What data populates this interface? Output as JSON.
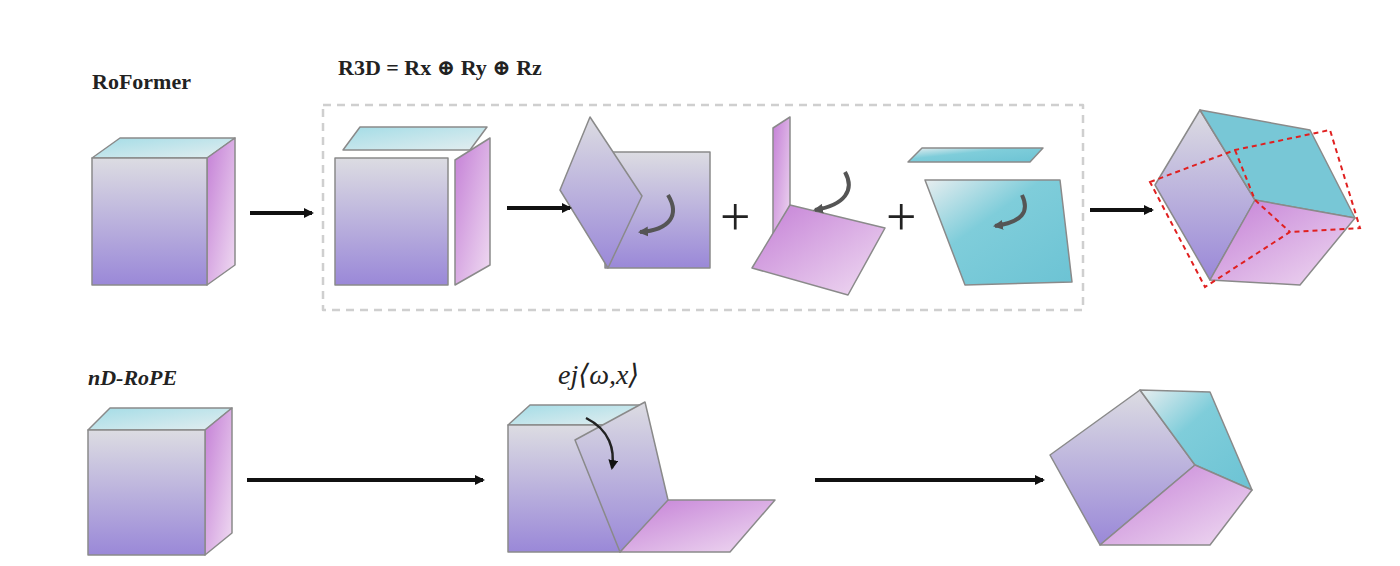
{
  "diagram": {
    "labels": [
      "RoFormer",
      "R3D = Rx ⊕ Ry ⊕ Rz",
      "+",
      "+",
      "nD-RoPE",
      "ej⟨ω,x⟩"
    ]
  }
}
